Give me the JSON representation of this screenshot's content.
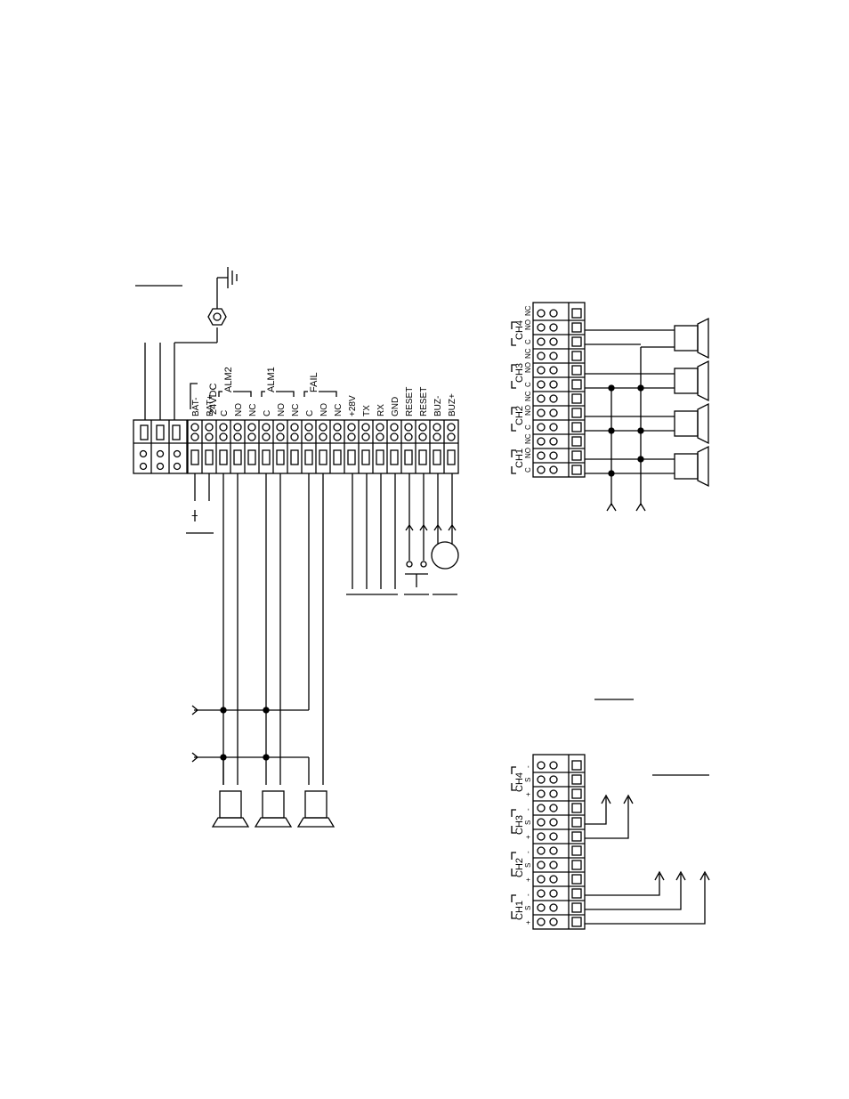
{
  "colors": {
    "ink": "#000000",
    "paper": "#ffffff"
  },
  "main_board": {
    "group_labels": {
      "supply": "24VDC",
      "alm2": "ALM2",
      "alm1": "ALM1",
      "fail": "FAIL"
    },
    "terminals": [
      {
        "id": "bat-neg",
        "label": "BAT-"
      },
      {
        "id": "bat-pos",
        "label": "BAT+"
      },
      {
        "id": "alm2-c",
        "label": "C"
      },
      {
        "id": "alm2-no",
        "label": "NO"
      },
      {
        "id": "alm2-nc",
        "label": "NC"
      },
      {
        "id": "alm1-c",
        "label": "C"
      },
      {
        "id": "alm1-no",
        "label": "NO"
      },
      {
        "id": "alm1-nc",
        "label": "NC"
      },
      {
        "id": "fail-c",
        "label": "C"
      },
      {
        "id": "fail-no",
        "label": "NO"
      },
      {
        "id": "fail-nc",
        "label": "NC"
      },
      {
        "id": "v28",
        "label": "+28V"
      },
      {
        "id": "tx",
        "label": "TX"
      },
      {
        "id": "rx",
        "label": "RX"
      },
      {
        "id": "gnd",
        "label": "GND"
      },
      {
        "id": "reset-1",
        "label": "RESET"
      },
      {
        "id": "reset-2",
        "label": "RESET"
      },
      {
        "id": "buz-neg",
        "label": "BUZ-"
      },
      {
        "id": "buz-pos",
        "label": "BUZ+"
      }
    ],
    "battery_signs": {
      "minus": "−",
      "plus": "+"
    }
  },
  "relay_board": {
    "channels": [
      {
        "name": "CH4",
        "pins": [
          "C",
          "NO",
          "NC"
        ]
      },
      {
        "name": "CH3",
        "pins": [
          "C",
          "NO",
          "NC"
        ]
      },
      {
        "name": "CH2",
        "pins": [
          "C",
          "NO",
          "NC"
        ]
      },
      {
        "name": "CH1",
        "pins": [
          "C",
          "NO",
          "NC"
        ]
      }
    ]
  },
  "input_board": {
    "channels": [
      {
        "name": "CH4",
        "pins": [
          "+",
          "S",
          "-"
        ]
      },
      {
        "name": "CH3",
        "pins": [
          "+",
          "S",
          "-"
        ]
      },
      {
        "name": "CH2",
        "pins": [
          "+",
          "S",
          "-"
        ]
      },
      {
        "name": "CH1",
        "pins": [
          "+",
          "S",
          "-"
        ]
      }
    ]
  }
}
